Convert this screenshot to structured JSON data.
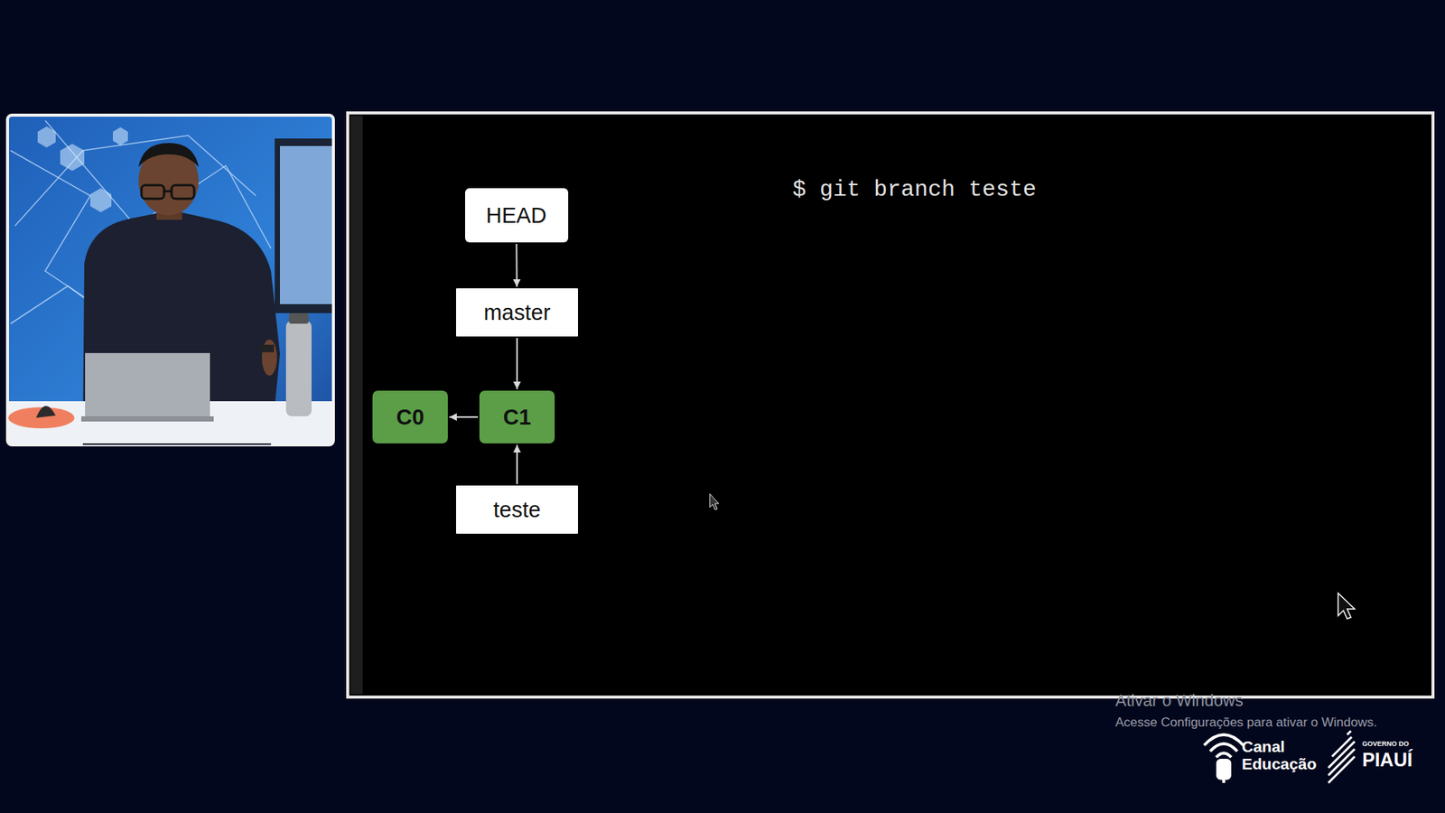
{
  "diagram": {
    "nodes": [
      {
        "text": [
          "HEAD"
        ]
      },
      {
        "text": [
          "master"
        ]
      },
      {
        "text": [
          "C0"
        ]
      },
      {
        "text": [
          "C1"
        ]
      },
      {
        "text": [
          "teste"
        ]
      }
    ],
    "edges": [
      {
        "from": 0,
        "to": 1,
        "arrow": "to"
      },
      {
        "from": 1,
        "to": 3,
        "arrow": "to"
      },
      {
        "from": 3,
        "to": 2,
        "arrow": "to"
      },
      {
        "from": 4,
        "to": 3,
        "arrow": "to"
      }
    ],
    "labels": [
      "$ git branch teste",
      "Ativar o Windows",
      "Acesse Configurações para ativar o Windows.",
      "Canal",
      "Educação",
      "GOVERNO DO",
      "PIAUÍ"
    ]
  }
}
